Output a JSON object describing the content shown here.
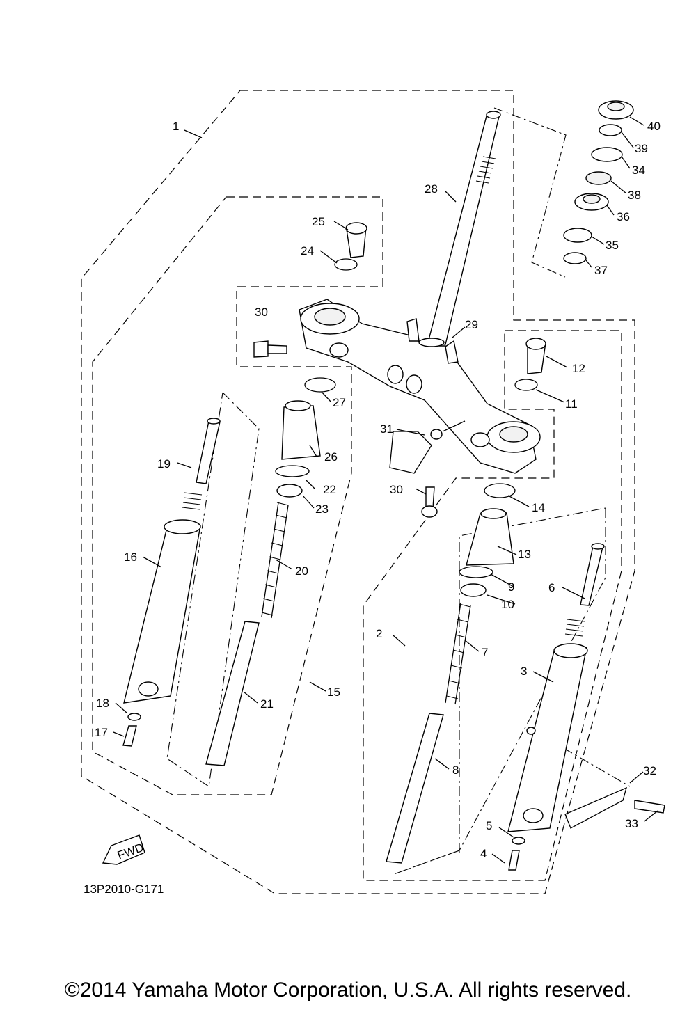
{
  "diagram": {
    "drawing_code": "13P2010-G171",
    "fwd_label": "FWD",
    "callouts": [
      "1",
      "2",
      "3",
      "4",
      "5",
      "6",
      "7",
      "8",
      "9",
      "10",
      "11",
      "12",
      "13",
      "14",
      "15",
      "16",
      "17",
      "18",
      "19",
      "20",
      "21",
      "22",
      "23",
      "24",
      "25",
      "26",
      "27",
      "28",
      "29",
      "30",
      "30",
      "31",
      "32",
      "33",
      "34",
      "35",
      "36",
      "37",
      "38",
      "39",
      "40"
    ]
  },
  "footer": {
    "copyright": "©2014 Yamaha Motor Corporation, U.S.A. All rights reserved."
  }
}
